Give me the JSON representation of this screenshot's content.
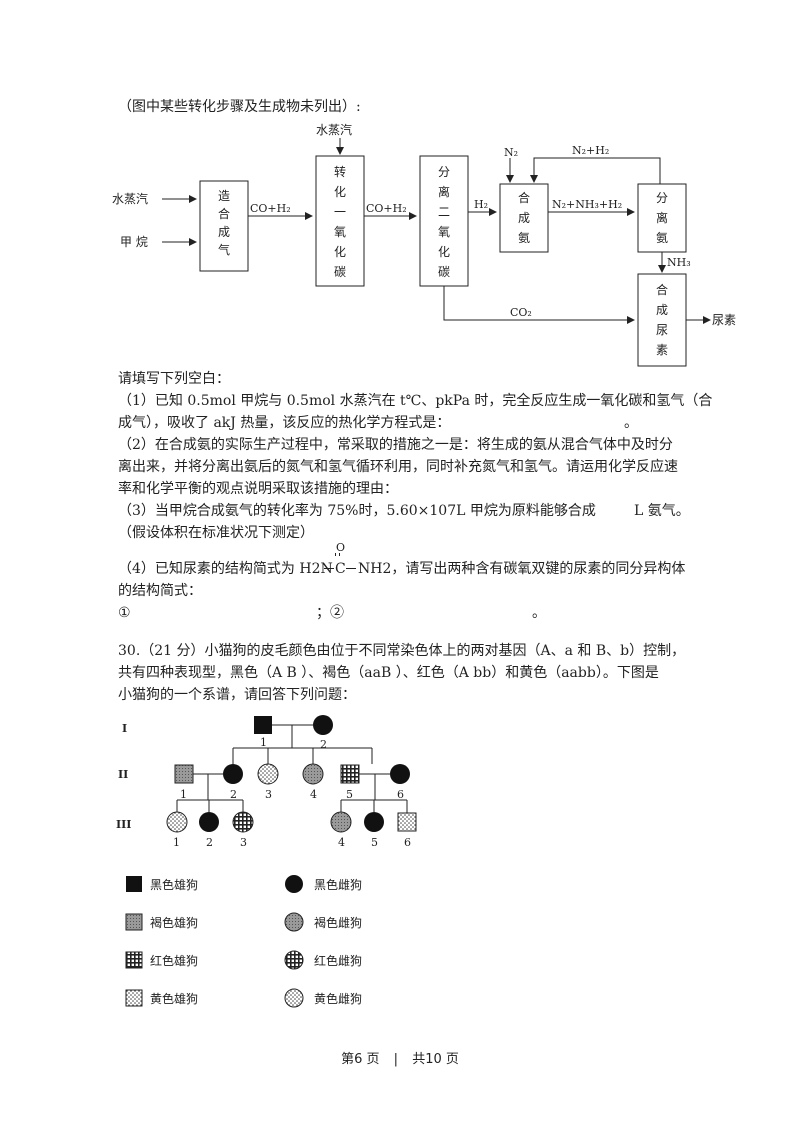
{
  "intro_note": "（图中某些转化步骤及生成物未列出）:",
  "flowchart": {
    "inputs": [
      "水蒸汽",
      "甲 烷"
    ],
    "top_input": "水蒸汽",
    "boxes": {
      "syngas": [
        "造",
        "合",
        "成",
        "气"
      ],
      "convert_co": [
        "转",
        "化",
        "一",
        "氧",
        "化",
        "碳"
      ],
      "separate_co2": [
        "分",
        "离",
        "二",
        "氧",
        "化",
        "碳"
      ],
      "ammonia": [
        "合",
        "成",
        "氨"
      ],
      "separate_nh3": [
        "分",
        "离",
        "氨"
      ],
      "urea": [
        "合",
        "成",
        "尿",
        "素"
      ]
    },
    "arrows": {
      "co_h2_1": "CO+H₂",
      "co_h2_2": "CO+H₂",
      "h2": "H₂",
      "n2": "N₂",
      "recycle": "N₂+H₂",
      "mix": "N₂+NH₃+H₂",
      "nh3": "NH₃",
      "co2": "CO₂",
      "output": "尿素"
    }
  },
  "text": {
    "fill_prompt": "请填写下列空白：",
    "q1_line1": "（1）已知 0.5mol 甲烷与 0.5mol 水蒸汽在 t℃、pkPa 时，完全反应生成一氧化碳和氢气（合",
    "q1_line2": "成气），吸收了 akJ 热量，该反应的热化学方程式是：",
    "q1_end": "。",
    "q2_line1": "（2）在合成氨的实际生产过程中，常采取的措施之一是：将生成的氨从混合气体中及时分",
    "q2_line2": "离出来，并将分离出氨后的氮气和氢气循环利用，同时补充氮气和氢气。请运用化学反应速",
    "q2_line3": "率和化学平衡的观点说明采取该措施的理由：",
    "q3_line1": "（3）当甲烷合成氨气的转化率为 75%时，5.60×107L 甲烷为原料能够合成",
    "q3_unit": "L 氨气。",
    "q3_line2": "（假设体积在标准状况下测定）",
    "q4_pre": "（4）已知尿素的结构简式为 H2N",
    "q4_o": "O",
    "q4_c": "C",
    "q4_post": "NH2，请写出两种含有碳氧双键的尿素的同分异构体",
    "q4_line2": "的结构简式：",
    "q4_blank1": "①",
    "q4_sep": "；②",
    "q4_end": "。",
    "q30_line1": "30.（21 分）小猫狗的皮毛颜色由位于不同常染色体上的两对基因（A、a 和 B、b）控制，",
    "q30_line2": "共有四种表现型，黑色（A   B   ）、褐色（aaB   ）、红色（A   bb）和黄色（aabb）。下图是",
    "q30_line3": "小猫狗的一个系谱，请回答下列问题："
  },
  "pedigree": {
    "generations": [
      "I",
      "II",
      "III"
    ],
    "gen1": [
      "1",
      "2"
    ],
    "gen2": [
      "1",
      "2",
      "3",
      "4",
      "5",
      "6"
    ],
    "gen3": [
      "1",
      "2",
      "3",
      "4",
      "5",
      "6"
    ]
  },
  "legend": [
    {
      "left": "黑色雄狗",
      "right": "黑色雌狗"
    },
    {
      "left": "褐色雄狗",
      "right": "褐色雌狗"
    },
    {
      "left": "红色雄狗",
      "right": "红色雌狗"
    },
    {
      "left": "黄色雄狗",
      "right": "黄色雌狗"
    }
  ],
  "footer": {
    "page": "第6 页",
    "sep": "|",
    "total": "共10 页"
  }
}
